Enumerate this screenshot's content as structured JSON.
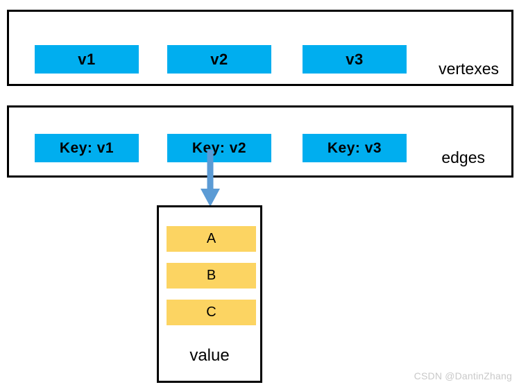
{
  "diagram": {
    "colors": {
      "blue_cell": "#00AEEF",
      "yellow_cell": "#FCD462",
      "arrow": "#5B9BD5",
      "border": "#000000",
      "background": "#FFFFFF",
      "watermark": "#C9C9C9"
    },
    "sections": [
      {
        "id": "vertexes",
        "label": "vertexes",
        "cells": [
          {
            "text": "v1"
          },
          {
            "text": "v2"
          },
          {
            "text": "v3"
          }
        ]
      },
      {
        "id": "edges",
        "label": "edges",
        "cells": [
          {
            "text": "Key: v1"
          },
          {
            "text": "Key: v2"
          },
          {
            "text": "Key: v3"
          }
        ]
      }
    ],
    "value_box": {
      "label": "value",
      "items": [
        {
          "text": "A"
        },
        {
          "text": "B"
        },
        {
          "text": "C"
        }
      ]
    },
    "connector": {
      "from": "Key: v2",
      "to": "value",
      "icon": "down-arrow-icon"
    }
  },
  "watermark": {
    "text": "CSDN @DantinZhang"
  }
}
